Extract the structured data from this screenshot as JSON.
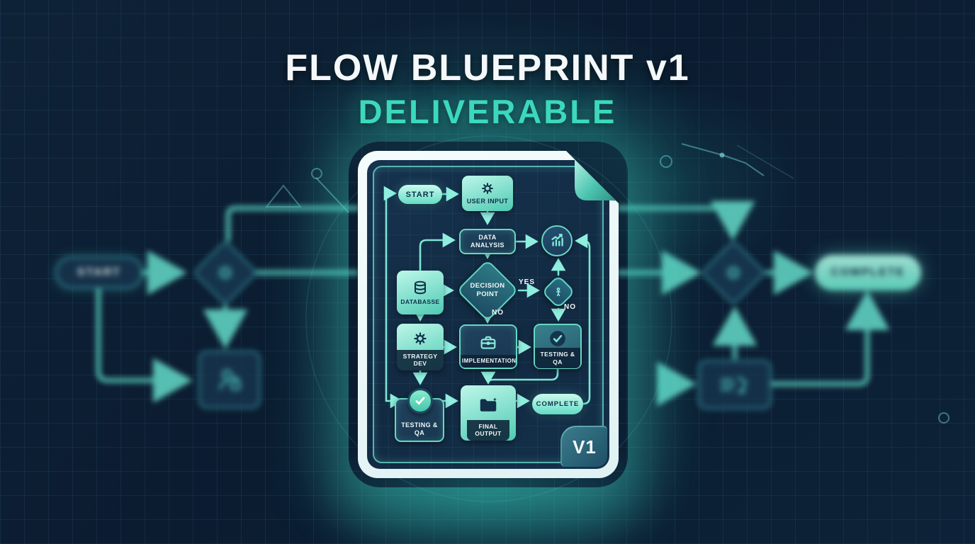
{
  "title": {
    "line1": "FLOW BLUEPRINT v1",
    "line2": "DELIVERABLE"
  },
  "colors": {
    "background": "#0d2137",
    "accent_teal": "#3bd8bd",
    "light_node_fill": "#9ff0de",
    "dark_node_fill": "#1b3a58",
    "node_border": "#66d7c5",
    "document_paper": "#f4fbfc",
    "text_dark": "#10304a",
    "text_light": "#f2f8f8"
  },
  "background_flow": {
    "start_label": "START",
    "complete_label": "COMPLETE"
  },
  "doc_flow": {
    "badge": "V1",
    "start": "START",
    "user_input": "USER INPUT",
    "data_analysis": "DATA ANALYSIS",
    "database": "DATABASSE",
    "decision": "DECISION POINT",
    "yes": "YES",
    "no_decision": "NO",
    "no_branch": "NO",
    "strategy_dev": "STRATEGY DEV",
    "implementation": "IMPLEMENTATION",
    "testing_qa_right": "TESTING & QA",
    "testing_qa_bottom": "TESTING & QA",
    "final_output": "FINAL OUTPUT",
    "complete": "COMPLETE"
  }
}
